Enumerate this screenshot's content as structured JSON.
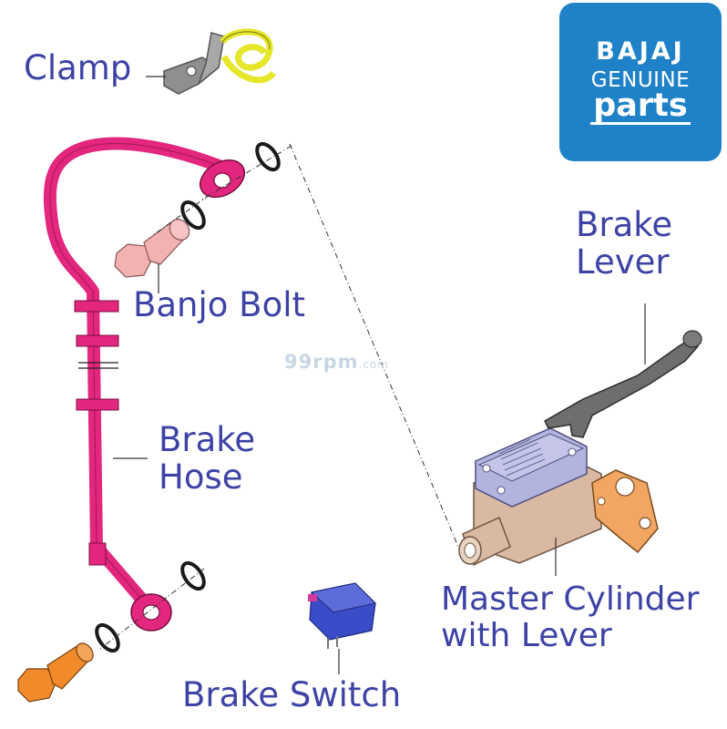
{
  "labels": {
    "clamp": "Clamp",
    "banjo_bolt": "Banjo Bolt",
    "brake_hose_line1": "Brake",
    "brake_hose_line2": "Hose",
    "brake_lever_line1": "Brake",
    "brake_lever_line2": "Lever",
    "master_cylinder_line1": "Master Cylinder",
    "master_cylinder_line2": "with Lever",
    "brake_switch": "Brake Switch"
  },
  "logo": {
    "brand": "BAJAJ",
    "line2": "GENUINE",
    "line3": "parts"
  },
  "watermark": {
    "main": "99rpm",
    "suffix": ".com"
  },
  "colors": {
    "label_text": "#3d43a5",
    "logo_bg": "#1f82c8",
    "hose": "#e3267e",
    "banjo_bolt_top": "#f3b2b2",
    "banjo_bolt_bottom": "#f08a2a",
    "master_cylinder_body": "#d9b9a2",
    "master_cylinder_cap": "#b3b4de",
    "clamp_clip": "#e6e62a",
    "brake_switch": "#3a4cc8",
    "lever": "#6e6e6e"
  },
  "icons": [
    "clamp-part-icon",
    "banjo-bolt-icon",
    "washer-icon",
    "brake-hose-icon",
    "master-cylinder-icon",
    "brake-lever-icon",
    "brake-switch-icon"
  ]
}
